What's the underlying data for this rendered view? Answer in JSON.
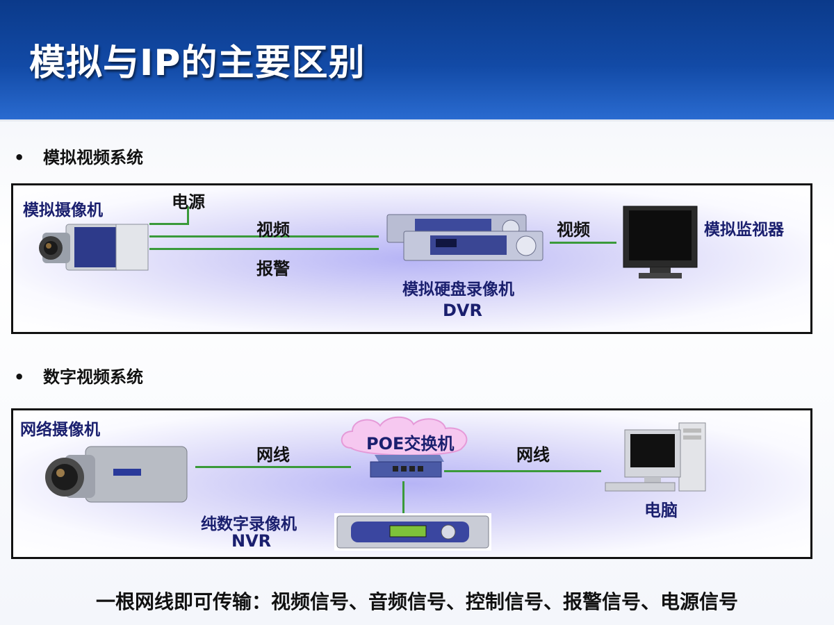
{
  "title": "模拟与IP的主要区别",
  "analog_section": {
    "heading": "模拟视频系统",
    "camera_label": "模拟摄像机",
    "power_label": "电源",
    "video_label": "视频",
    "alarm_label": "报警",
    "dvr_label": "模拟硬盘录像机",
    "dvr_abbr": "DVR",
    "video_out_label": "视频",
    "monitor_label": "模拟监视器"
  },
  "digital_section": {
    "heading": "数字视频系统",
    "camera_label": "网络摄像机",
    "cable_left_label": "网线",
    "switch_label": "POE交换机",
    "cable_right_label": "网线",
    "nvr_label": "纯数字录像机",
    "nvr_abbr": "NVR",
    "pc_label": "电脑"
  },
  "footer": "一根网线即可传输：视频信号、音频信号、控制信号、报警信号、电源信号",
  "colors": {
    "header": "#124aa6",
    "panel_glow": "#b6b4f6",
    "cable": "#3a9a3a",
    "label": "#1a1f6e"
  }
}
